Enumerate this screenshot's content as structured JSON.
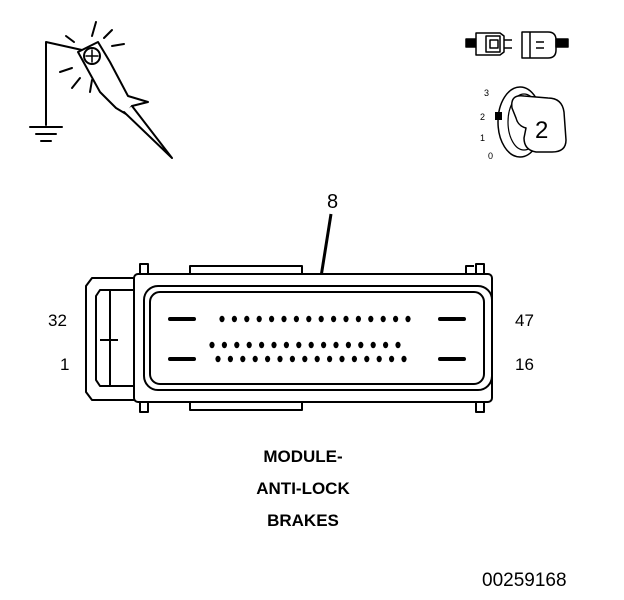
{
  "callout": {
    "pin": "8"
  },
  "pin_numbers": {
    "top_left": "32",
    "bottom_left": "1",
    "top_right": "47",
    "bottom_right": "16"
  },
  "ignition_key": {
    "positions": [
      "3",
      "2",
      "1",
      "0"
    ],
    "selected": "2"
  },
  "title_lines": [
    "MODULE-",
    "ANTI-LOCK",
    "BRAKES"
  ],
  "figure_number": "00259168",
  "icons": [
    "test-probe-ground-icon",
    "disconnected-connector-icon",
    "ignition-switch-icon"
  ]
}
